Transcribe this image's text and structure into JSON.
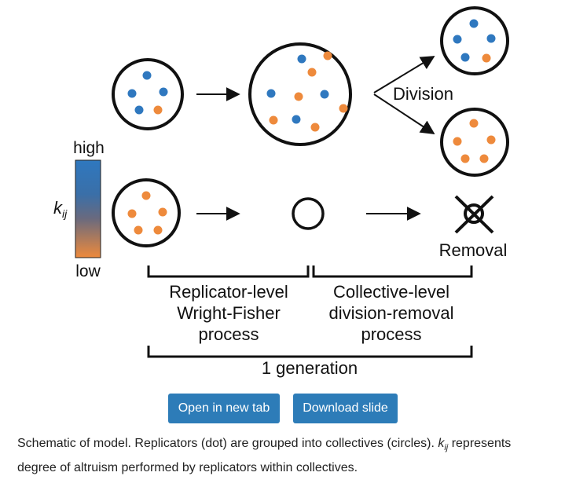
{
  "colors": {
    "blue": "#2f78bf",
    "orange": "#ee8a3c",
    "button": "#2d7cb8"
  },
  "diagram": {
    "scale_high": "high",
    "scale_low": "low",
    "k_symbol": "k",
    "k_subscript": "ij",
    "division_label": "Division",
    "removal_label": "Removal",
    "replicator_line1": "Replicator-level",
    "replicator_line2": "Wright-Fisher",
    "replicator_line3": "process",
    "collective_line1": "Collective-level",
    "collective_line2": "division-removal",
    "collective_line3": "process",
    "generation_label": "1 generation"
  },
  "buttons": {
    "open_tab": "Open in new tab",
    "download": "Download slide"
  },
  "caption": {
    "part1": "Schematic of model. Replicators (dot) are grouped into collectives (circles).",
    "k_symbol": "k",
    "k_subscript": "ij",
    "part2": "represents degree of altruism performed by replicators within collectives."
  }
}
